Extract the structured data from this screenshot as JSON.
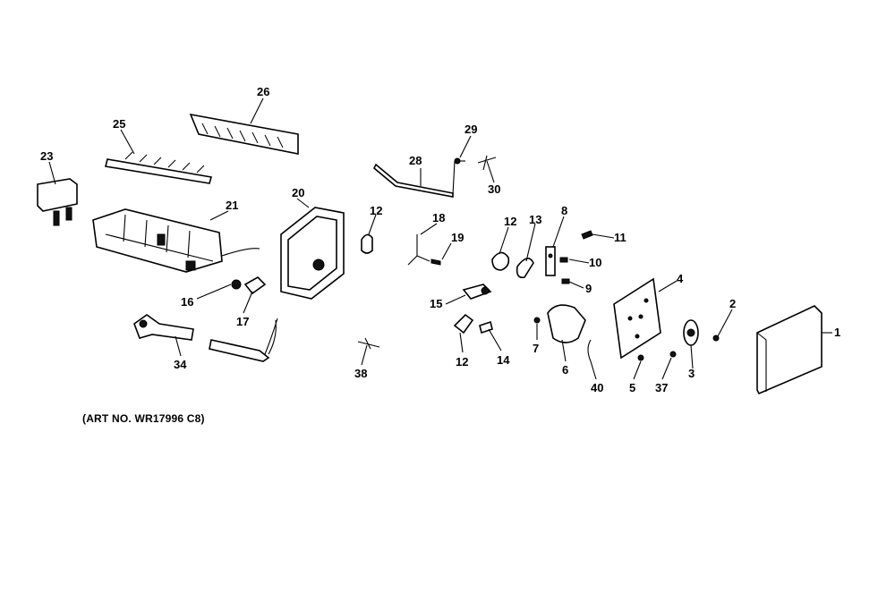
{
  "art_number": "(ART NO. WR17996 C8)",
  "callouts": {
    "c1": "1",
    "c2": "2",
    "c3": "3",
    "c4": "4",
    "c5": "5",
    "c6": "6",
    "c7": "7",
    "c8": "8",
    "c9": "9",
    "c10": "10",
    "c11": "11",
    "c12a": "12",
    "c12b": "12",
    "c12c": "12",
    "c13": "13",
    "c14": "14",
    "c15": "15",
    "c16": "16",
    "c17": "17",
    "c18": "18",
    "c19": "19",
    "c20": "20",
    "c21": "21",
    "c23": "23",
    "c25": "25",
    "c26": "26",
    "c28": "28",
    "c29": "29",
    "c30": "30",
    "c34": "34",
    "c37": "37",
    "c38": "38",
    "c40": "40"
  }
}
